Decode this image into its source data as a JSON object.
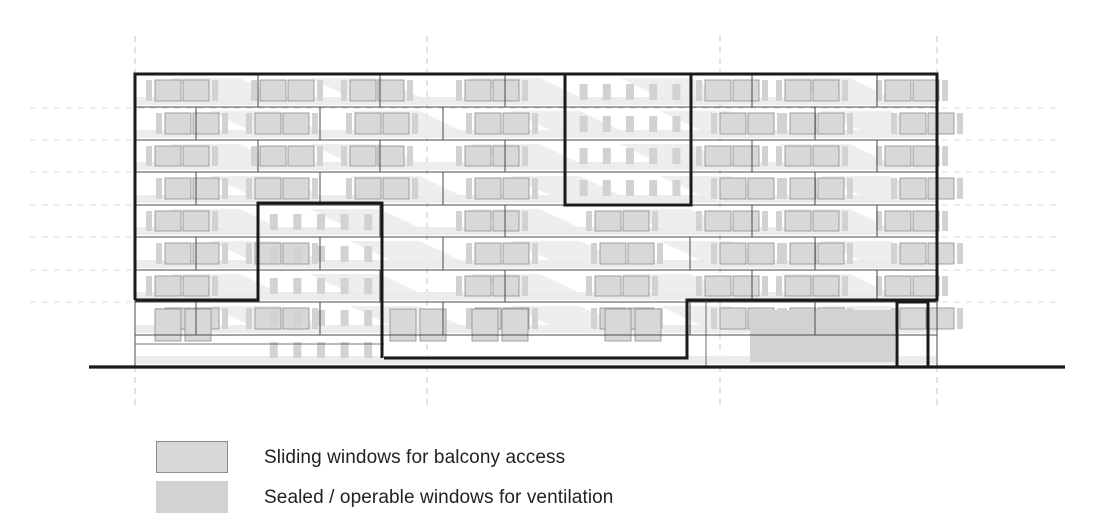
{
  "colors": {
    "background": "#ffffff",
    "outline": "#1a1a1a",
    "thin_line": "#4a4a4a",
    "sliding_window": "#d8d8d8",
    "sliding_window_border": "#8c8c8c",
    "vent_window": "#d2d2d2",
    "balcony_band": "#ececec",
    "guide_line": "#b8b8b8"
  },
  "legend": [
    {
      "key": "sliding",
      "label": "Sliding windows for balcony access",
      "swatch": "#d8d8d8",
      "border": "#8c8c8c"
    },
    {
      "key": "vent",
      "label": "Sealed / operable windows for ventilation",
      "swatch": "#d2d2d2",
      "border": "none"
    }
  ]
}
